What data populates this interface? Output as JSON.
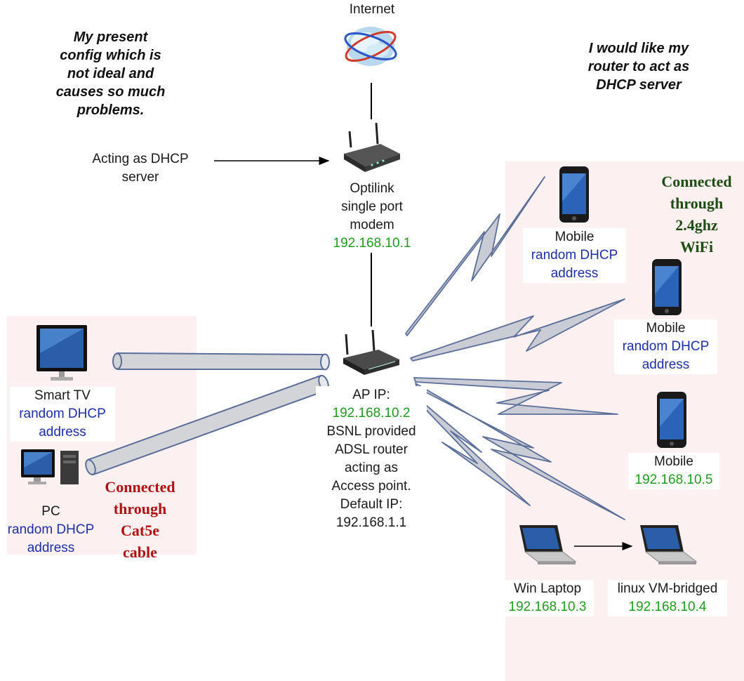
{
  "notes": {
    "left": [
      "My present",
      "config which is",
      "not ideal and",
      "causes so much",
      "problems."
    ],
    "right": [
      "I would like my",
      "router to act as",
      "DHCP server"
    ]
  },
  "zones": {
    "wifi": [
      "Connected",
      "through",
      "2.4ghz",
      "WiFi"
    ],
    "cable": [
      "Connected",
      "through",
      "Cat5e",
      "cable"
    ],
    "wifi_color": "#1e4d12",
    "cable_color": "#b01010"
  },
  "internet": {
    "label": "Internet"
  },
  "dhcp_note": [
    "Acting as DHCP",
    "server"
  ],
  "modem": {
    "lines": [
      "Optilink",
      "single port",
      "modem"
    ],
    "ip": "192.168.10.1"
  },
  "ap": {
    "line1": "AP IP:",
    "ip": "192.168.10.2",
    "rest": [
      "BSNL provided",
      "ADSL router",
      "acting as",
      "Access point.",
      "Default IP:",
      "192.168.1.1"
    ]
  },
  "devices": {
    "smart_tv": {
      "name": "Smart TV",
      "addr": [
        "random DHCP",
        "address"
      ]
    },
    "pc": {
      "name": "PC",
      "addr": [
        "random DHCP",
        "address"
      ]
    },
    "mobile1": {
      "name": "Mobile",
      "addr": [
        "random DHCP",
        "address"
      ]
    },
    "mobile2": {
      "name": "Mobile",
      "addr": [
        "random DHCP",
        "address"
      ]
    },
    "mobile3": {
      "name": "Mobile",
      "ip": "192.168.10.5"
    },
    "laptop": {
      "name": "Win Laptop",
      "ip": "192.168.10.3"
    },
    "vm": {
      "name": "linux VM-bridged",
      "ip": "192.168.10.4"
    }
  },
  "colors": {
    "ip": "#1f9a1f",
    "dhcp": "#1c2fa6",
    "zone_bg": "#fdf0f0",
    "bolt": "#c9ccd4",
    "bolt_stroke": "#5a6e9a"
  },
  "icons": [
    "globe-icon",
    "router-icon",
    "monitor-icon",
    "desktop-pc-icon",
    "smartphone-icon",
    "laptop-icon"
  ]
}
